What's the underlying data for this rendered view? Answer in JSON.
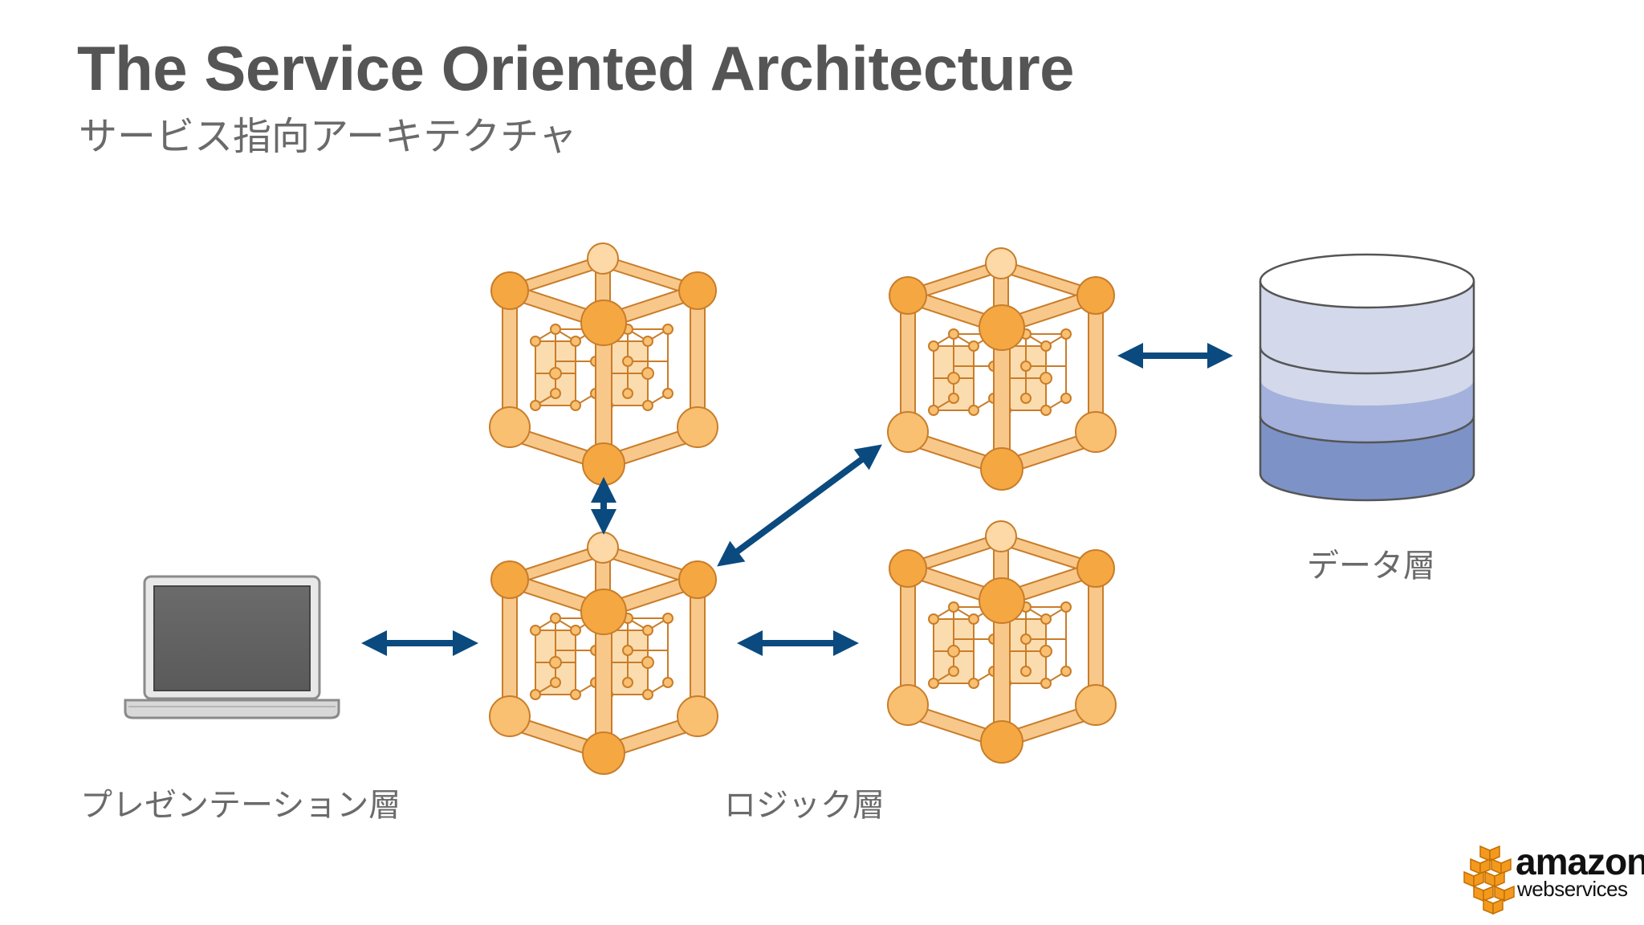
{
  "header": {
    "title": "The Service Oriented Architecture",
    "subtitle": "サービス指向アーキテクチャ"
  },
  "labels": {
    "presentation": "プレゼンテーション層",
    "logic": "ロジック層",
    "data": "データ層"
  },
  "logo": {
    "word": "amazon",
    "tagline": "webservices"
  },
  "colors": {
    "text_title": "#555555",
    "text_label": "#6a6a6a",
    "arrow": "#0b4a7e",
    "cube_stroke": "#c97d2a",
    "cube_bar": "#f8c88a",
    "cube_node": "#f5a842",
    "db_top": "#d3d8ea",
    "db_mid": "#a3b1dc",
    "db_bottom": "#7d92c7",
    "aws_orange": "#f39a1e"
  },
  "icons": {
    "laptop": "laptop-icon",
    "service": "service-cube-icon",
    "database": "database-icon",
    "logo": "aws-logo-icon"
  }
}
